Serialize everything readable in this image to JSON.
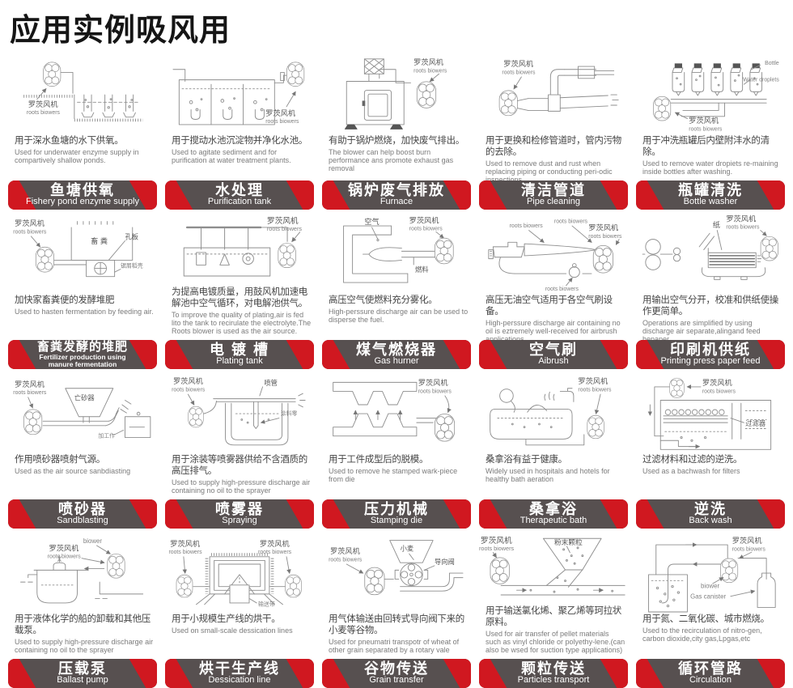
{
  "title": "应用实例吸风用",
  "colors": {
    "accent_red": "#d01820",
    "banner_gray": "#575050"
  },
  "blower_label": {
    "zh": "罗茨风机",
    "en": "roots biowers"
  },
  "cells": [
    {
      "key": "fishery-pond",
      "desc_zh": "用于深水鱼塘的水下供氧。",
      "desc_en": "Used for underwater enzyme supply in compartively shallow ponds.",
      "banner_zh": "鱼塘供氧",
      "banner_en": "Fishery pond enzyme supply"
    },
    {
      "key": "purification",
      "desc_zh": "用于搅动水池沉淀物并净化水池。",
      "desc_en": "Used to agitate sediment and for purification at water treatment plants.",
      "banner_zh": "水处理",
      "banner_en": "Purification tank"
    },
    {
      "key": "furnace",
      "desc_zh": "有助于锅炉燃烧，加快废气排出。",
      "desc_en": "The blower can help boost burn performance ans promote exhaust gas removal",
      "banner_zh": "锅炉废气排放",
      "banner_en": "Furnace"
    },
    {
      "key": "pipe-cleaning",
      "desc_zh": "用于更换和检修管道时，管内污物的去除。",
      "desc_en": "Used to remove dust and rust when replacing piping or conducting peri-odic inspections.",
      "banner_zh": "清洁管道",
      "banner_en": "Pipe cleaning"
    },
    {
      "key": "bottle-washer",
      "desc_zh": "用于冲洗瓶罐后内壁附沣水的清除。",
      "desc_en": "Used to remove water dropiets re-maining inside bottles after washing.",
      "banner_zh": "瓶罐清洗",
      "banner_en": "Bottle washer",
      "labels": {
        "bottle": "Bottle",
        "droplets": "Water droplets"
      }
    },
    {
      "key": "fertilizer",
      "desc_zh": "加快家畜粪便的发酵堆肥",
      "desc_en": "Used to hasten fermentation by feeding air.",
      "banner_zh": "畜粪发酵的堆肥",
      "banner_en": "Fertilizer production using\nmanure fermentation",
      "labels": {
        "manure": "畜 粪",
        "plate": "孔板",
        "husk": "锯屑稻壳"
      }
    },
    {
      "key": "plating-tank",
      "desc_zh": "为提高电镀质量，用鼓风机加速电解池中空气循环，对电解池供气。",
      "desc_en": "To improve the quality of plating,air is fed lito the tank to recirulate the electrolyte.The Roots blower is used as the air source.",
      "banner_zh": "电 镀 槽",
      "banner_en": "Plating tank"
    },
    {
      "key": "gas-burner",
      "desc_zh": "高压空气使燃料充分雾化。",
      "desc_en": "High-perssure discharge air can be used to disperse the fuel.",
      "banner_zh": "煤气燃烧器",
      "banner_en": "Gas hurner",
      "labels": {
        "air": "空气",
        "fuel": "燃料"
      }
    },
    {
      "key": "airbrush",
      "desc_zh": "高压无油空气适用于各空气刷设备。",
      "desc_en": "High-perssure discharge air containing no oil is eztremely well-received for airbrush applications.",
      "banner_zh": "空气刷",
      "banner_en": "Aibrush"
    },
    {
      "key": "printing-press",
      "desc_zh": "用输出空气分开，校准和供纸使操作更简单。",
      "desc_en": "Operations are simplified by using discharge air separate,alingand feed hepaper",
      "banner_zh": "印刷机供纸",
      "banner_en": "Printing press paper feed",
      "labels": {
        "paper": "纸"
      }
    },
    {
      "key": "sandblasting",
      "desc_zh": "作用喷砂器喷射气源。",
      "desc_en": "Used as the air source sanbdiasting",
      "banner_zh": "喷砂器",
      "banner_en": "Sandblasting",
      "labels": {
        "hopper": "亡砂器",
        "work": "加工作"
      }
    },
    {
      "key": "spraying",
      "desc_zh": "用于涂装等喷雾器供给不含酒质的高压排气。",
      "desc_en": "Used to supply high-pressure discharge air containing no oil to the sprayer",
      "banner_zh": "喷雾器",
      "banner_en": "Spraying",
      "labels": {
        "pipe": "喷管",
        "paint": "涂料零"
      }
    },
    {
      "key": "stamping-die",
      "desc_zh": "用于工件成型后的脱模。",
      "desc_en": "Used to remove he stamped wark-piece from die",
      "banner_zh": "压力机械",
      "banner_en": "Stamping die"
    },
    {
      "key": "therapeutic-bath",
      "desc_zh": "桑拿浴有益于健康。",
      "desc_en": "Widely used in hospitals and hotels for healthy bath aeration",
      "banner_zh": "桑拿浴",
      "banner_en": "Therapeutic bath"
    },
    {
      "key": "back-wash",
      "desc_zh": "过滤材料和过滤的逆洗。",
      "desc_en": "Used as a bachwash for filters",
      "banner_zh": "逆洗",
      "banner_en": "Back wash",
      "labels": {
        "filter": "过滤器"
      }
    },
    {
      "key": "ballast-pump",
      "desc_zh": "用于液体化学的船的卸载和其他压载泵。",
      "desc_en": "Used to supply high-pressure discharge air containing no oil to the sprayer",
      "banner_zh": "压载泵",
      "banner_en": "Ballast pump",
      "labels": {
        "blower": "biower"
      }
    },
    {
      "key": "dessication-line",
      "desc_zh": "用于小规模生产线的烘干。",
      "desc_en": "Used on small-scale dessication lines",
      "banner_zh": "烘干生产线",
      "banner_en": "Dessication line",
      "labels": {
        "belt": "输送带"
      }
    },
    {
      "key": "grain-transfer",
      "desc_zh": "用气体输送由回转式导向阀下来的小麦等谷物。",
      "desc_en": "Used for pneumatri transpotr of wheat of other grain separated by a rotary vale",
      "banner_zh": "谷物传送",
      "banner_en": "Grain transfer",
      "labels": {
        "wheat": "小麦",
        "valve": "导向阀"
      }
    },
    {
      "key": "particles-transport",
      "desc_zh": "用于输送氯化烯、聚乙烯等珂拉状原料。",
      "desc_en": "Used for air transfer of pellet materials such as vinyl chloride or polyethy-lene.(can also be wsed for suction type applications)",
      "banner_zh": "颗粒传送",
      "banner_en": "Particles transport",
      "labels": {
        "powder": "粉末颗粒"
      }
    },
    {
      "key": "circulation",
      "desc_zh": "用于氮、二氧化碳、城市燃烧。",
      "desc_en": "Used to the recirculation of nitro-gen, carbon dioxide,city gas,Lpgas,etc",
      "banner_zh": "循环管路",
      "banner_en": "Circulation",
      "labels": {
        "blower": "biower",
        "canister": "Gas canister"
      }
    }
  ]
}
